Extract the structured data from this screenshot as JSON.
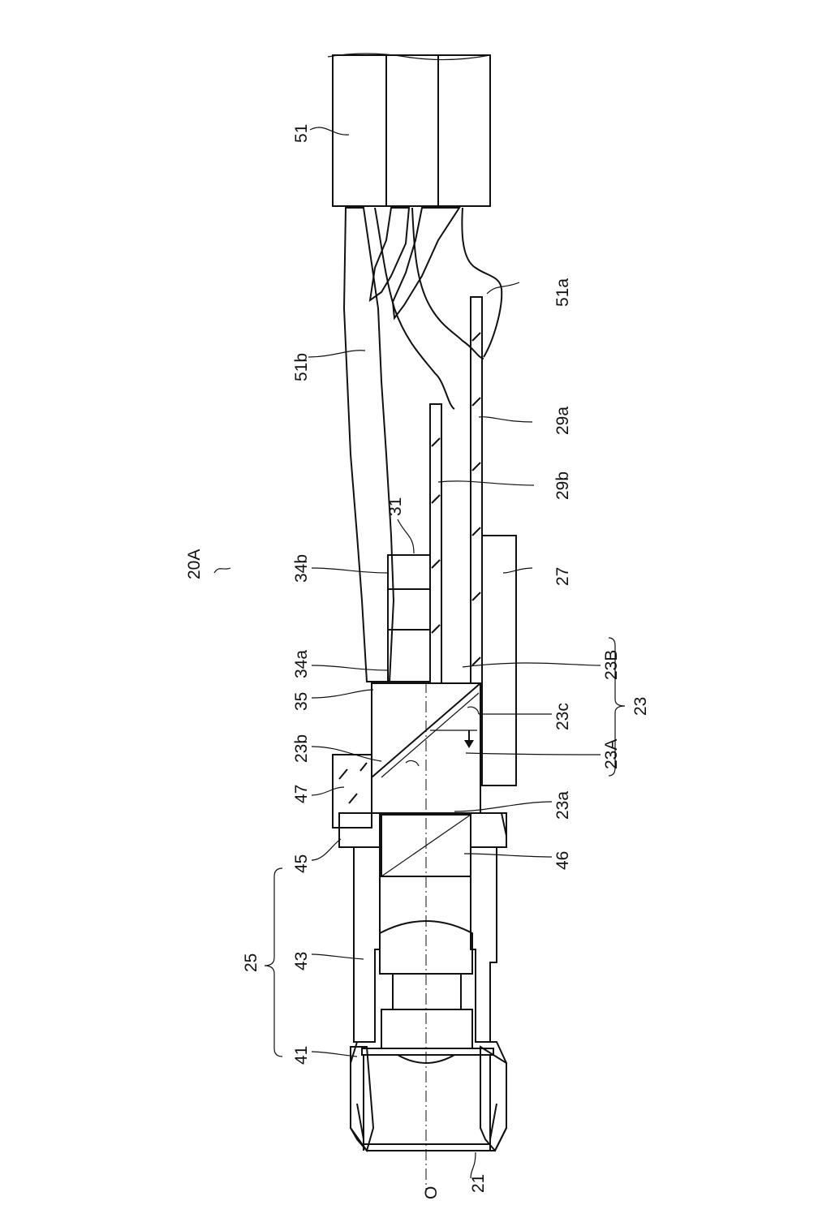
{
  "figure": {
    "assembly_label": "20A",
    "axis_label": "O",
    "labels": {
      "l51": "51",
      "l51a": "51a",
      "l51b": "51b",
      "l29a": "29a",
      "l29b": "29b",
      "l31": "31",
      "l27": "27",
      "l34b": "34b",
      "l34a": "34a",
      "l35": "35",
      "l23B": "23B",
      "l23c": "23c",
      "l23": "23",
      "l23b": "23b",
      "l23A": "23A",
      "l47": "47",
      "l23a": "23a",
      "l45": "45",
      "l46": "46",
      "l25": "25",
      "l43": "43",
      "l41": "41",
      "l21": "21"
    }
  }
}
